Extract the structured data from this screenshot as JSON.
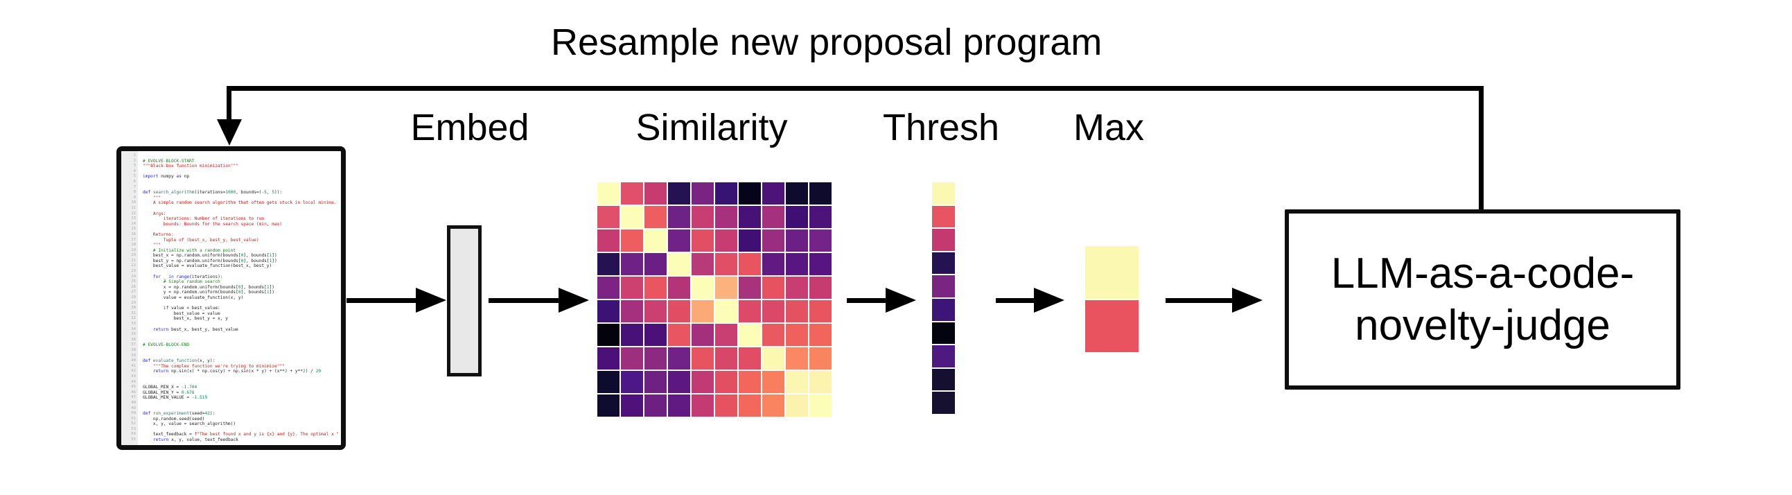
{
  "loop_label": "Resample new proposal program",
  "stages": [
    {
      "id": "embed",
      "label": "Embed"
    },
    {
      "id": "similarity",
      "label": "Similarity"
    },
    {
      "id": "thresh",
      "label": "Thresh"
    },
    {
      "id": "max",
      "label": "Max"
    }
  ],
  "llm_box": {
    "line1": "LLM-as-a-code-",
    "line2": "novelty-judge"
  },
  "code_panel": {
    "lines": [
      "",
      "# EVOLVE-BLOCK-START",
      "\"\"\"Black-box function minimization\"\"\"",
      "",
      "import numpy as np",
      "",
      "",
      "def search_algorithm(iterations=1000, bounds=(-5, 5)):",
      "    \"\"\"",
      "    A simple random search algorithm that often gets stuck in local minima.",
      "",
      "    Args:",
      "        iterations: Number of iterations to run",
      "        bounds: Bounds for the search space (min, max)",
      "",
      "    Returns:",
      "        Tuple of (best_x, best_y, best_value)",
      "    \"\"\"",
      "    # Initialize with a random point",
      "    best_x = np.random.uniform(bounds[0], bounds[1])",
      "    best_y = np.random.uniform(bounds[0], bounds[1])",
      "    best_value = evaluate_function(best_x, best_y)",
      "",
      "    for _ in range(iterations):",
      "        # Simple random search",
      "        x = np.random.uniform(bounds[0], bounds[1])",
      "        y = np.random.uniform(bounds[0], bounds[1])",
      "        value = evaluate_function(x, y)",
      "",
      "        if value < best_value:",
      "            best_value = value",
      "            best_x, best_y = x, y",
      "",
      "    return best_x, best_y, best_value",
      "",
      "",
      "# EVOLVE-BLOCK-END",
      "",
      "",
      "def evaluate_function(x, y):",
      "    \"\"\"The complex function we're trying to minimize\"\"\"",
      "    return np.sin(x) * np.cos(y) + np.sin(x * y) + (x**2 + y**2) / 20",
      "",
      "",
      "GLOBAL_MIN_X = -1.704",
      "GLOBAL_MIN_Y = 0.678",
      "GLOBAL_MIN_VALUE = -1.519",
      "",
      "",
      "def run_experiment(seed=42):",
      "    np.random.seed(seed)",
      "    x, y, value = search_algorithm()",
      "",
      "    text_feedback = f\"The best found x and y is {x} and {y}. The optimal x \"",
      "    return x, y, value, text_feedback"
    ]
  },
  "similarity_matrix": {
    "rows": 10,
    "cols": 10,
    "colors": [
      [
        "#fcfdb7",
        "#e0506a",
        "#c63b70",
        "#241253",
        "#7b2383",
        "#371374",
        "#05041a",
        "#4c1379",
        "#0e0b2e",
        "#0e0b2c"
      ],
      [
        "#e0506a",
        "#fcfdb7",
        "#ee5d5f",
        "#6f2286",
        "#c93e72",
        "#a8317d",
        "#471178",
        "#a5307e",
        "#400f73",
        "#4c1379"
      ],
      [
        "#c63b70",
        "#ee5d5f",
        "#fcfdb7",
        "#712286",
        "#e24e64",
        "#c73d72",
        "#400f73",
        "#9b2d80",
        "#6c1f84",
        "#742389"
      ],
      [
        "#241253",
        "#6f2286",
        "#6b1e84",
        "#fcfdb7",
        "#b83a78",
        "#e04f65",
        "#e85560",
        "#611a82",
        "#581682",
        "#571581"
      ],
      [
        "#7c2383",
        "#cc4170",
        "#e95660",
        "#b53377",
        "#fcfdb7",
        "#fcb27d",
        "#a9327c",
        "#e65260",
        "#c93e72",
        "#c63c70"
      ],
      [
        "#3c1275",
        "#a5307e",
        "#cb4071",
        "#e14e64",
        "#fbaa77",
        "#fcfdb7",
        "#dd4967",
        "#dc4968",
        "#e45160",
        "#e9555f"
      ],
      [
        "#03020d",
        "#481178",
        "#4b1179",
        "#e95560",
        "#a4307d",
        "#ca3f71",
        "#fcfdb7",
        "#eb5960",
        "#f0605d",
        "#f2655c"
      ],
      [
        "#4c1079",
        "#9e2e7e",
        "#8c2981",
        "#712286",
        "#e7535f",
        "#d84768",
        "#e04d64",
        "#fbf8b2",
        "#fb8862",
        "#f98560"
      ],
      [
        "#0e0c2e",
        "#4e1787",
        "#6f2183",
        "#5d1780",
        "#c23a74",
        "#e24f63",
        "#f3665c",
        "#f97e5e",
        "#fbf7b0",
        "#fbf3ae"
      ],
      [
        "#0f0c2f",
        "#4f127b",
        "#6e2082",
        "#611a81",
        "#c43a73",
        "#e65260",
        "#f3675c",
        "#fa845f",
        "#fbf2ad",
        "#fcfdb7"
      ]
    ]
  },
  "thresh_column": {
    "colors": [
      "#fbf8b1",
      "#e85462",
      "#c43a70",
      "#251253",
      "#7b2583",
      "#3d1478",
      "#040310",
      "#4e1a82",
      "#151030",
      "#161031"
    ]
  },
  "max_cells": {
    "colors": [
      "#fbf9b1",
      "#e9535f"
    ]
  },
  "style_colors": {
    "embed_fill": "#e8e8e8",
    "line_black": "#000000",
    "comment_green": "#177d17",
    "string_red": "#c41a16",
    "keyword_blue": "#2727d4",
    "number_green": "#0e8a50"
  }
}
